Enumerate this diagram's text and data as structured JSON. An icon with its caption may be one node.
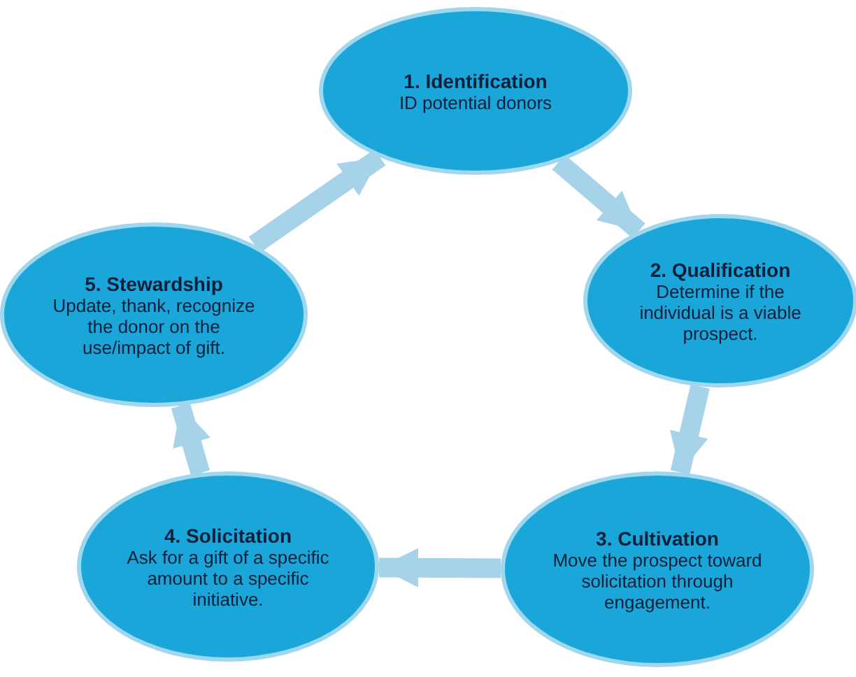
{
  "diagram": {
    "nodes": [
      {
        "text": [
          "1. Identification",
          "ID potential donors"
        ]
      },
      {
        "text": [
          "2. Qualification",
          "Determine if the individual is a viable prospect."
        ]
      },
      {
        "text": [
          "3. Cultivation",
          "Move the prospect toward solicitation through engagement."
        ]
      },
      {
        "text": [
          "4. Solicitation",
          "Ask for a gift of a specific amount to a specific initiative."
        ]
      },
      {
        "text": [
          "5. Stewardship",
          "Update, thank, recognize the donor on the use/impact of gift."
        ]
      }
    ],
    "edges": [
      {
        "from": 0,
        "to": 1,
        "arrow": "to"
      },
      {
        "from": 1,
        "to": 2,
        "arrow": "to"
      },
      {
        "from": 2,
        "to": 3,
        "arrow": "to"
      },
      {
        "from": 3,
        "to": 4,
        "arrow": "to"
      },
      {
        "from": 4,
        "to": 0,
        "arrow": "to"
      }
    ]
  }
}
